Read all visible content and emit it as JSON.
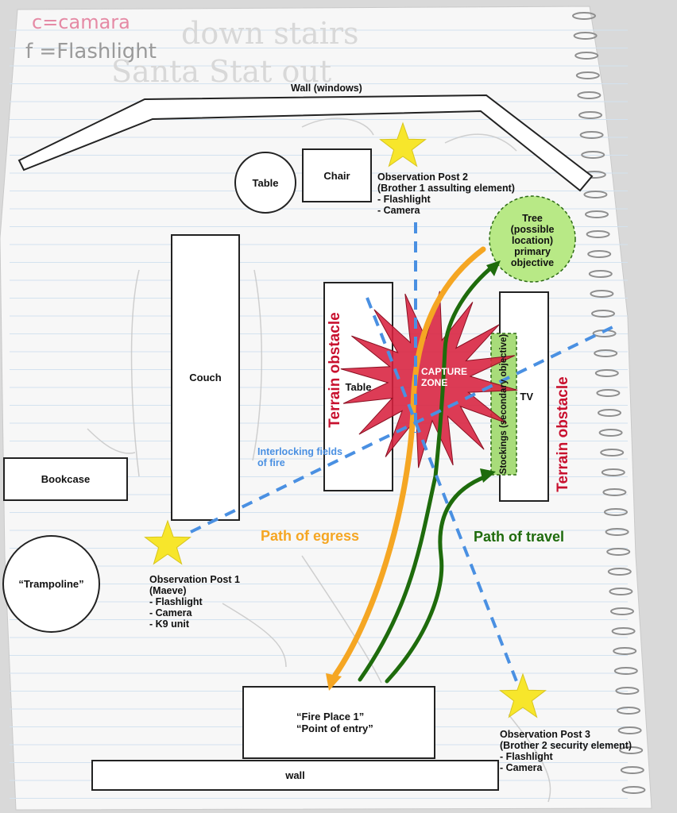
{
  "notes": {
    "legend_camera": "c=camara",
    "legend_flashlight": "f =Flashlight",
    "line1": "down stairs",
    "line2": "Santa Stat out"
  },
  "labels": {
    "wall_top": "Wall (windows)",
    "table_round": "Table",
    "chair": "Chair",
    "couch": "Couch",
    "table_center": "Table",
    "tv": "TV",
    "bookcase": "Bookcase",
    "trampoline": "“Trampoline”",
    "fireplace_line1": "“Fire Place 1”",
    "fireplace_line2": "“Point of entry”",
    "wall_bottom": "wall",
    "tree": [
      "Tree",
      "(possible",
      "location)",
      "primary",
      "objective"
    ],
    "stockings": "Stockings (secondary objective)",
    "capture_zone": [
      "CAPTURE",
      "ZONE"
    ],
    "terrain_obstacle_left": "Terrain obstacle",
    "terrain_obstacle_right": "Terrain obstacle",
    "interlocking": [
      "Interlocking fields",
      "of fire"
    ],
    "path_egress": "Path of egress",
    "path_travel": "Path of travel"
  },
  "observation_posts": [
    {
      "title": "Observation Post 1",
      "lines": [
        "(Maeve)",
        "- Flashlight",
        "- Camera",
        "- K9 unit"
      ]
    },
    {
      "title": "Observation Post 2",
      "lines": [
        "(Brother 1 assulting element)",
        "- Flashlight",
        "- Camera"
      ]
    },
    {
      "title": "Observation Post 3",
      "lines": [
        "(Brother 2 security element)",
        "- Flashlight",
        "- Camera"
      ]
    }
  ],
  "colors": {
    "paper": "#f7f7f7",
    "rule_line": "#cfe0ee",
    "star": "#f7e62b",
    "capture_zone": "#d8213f",
    "tree_fill": "#b8e986",
    "stockings_fill": "#a8dc7a",
    "egress": "#f5a623",
    "travel": "#1e6b0c",
    "fire_line": "#4a90e2",
    "terrain_red": "#c8102e"
  }
}
